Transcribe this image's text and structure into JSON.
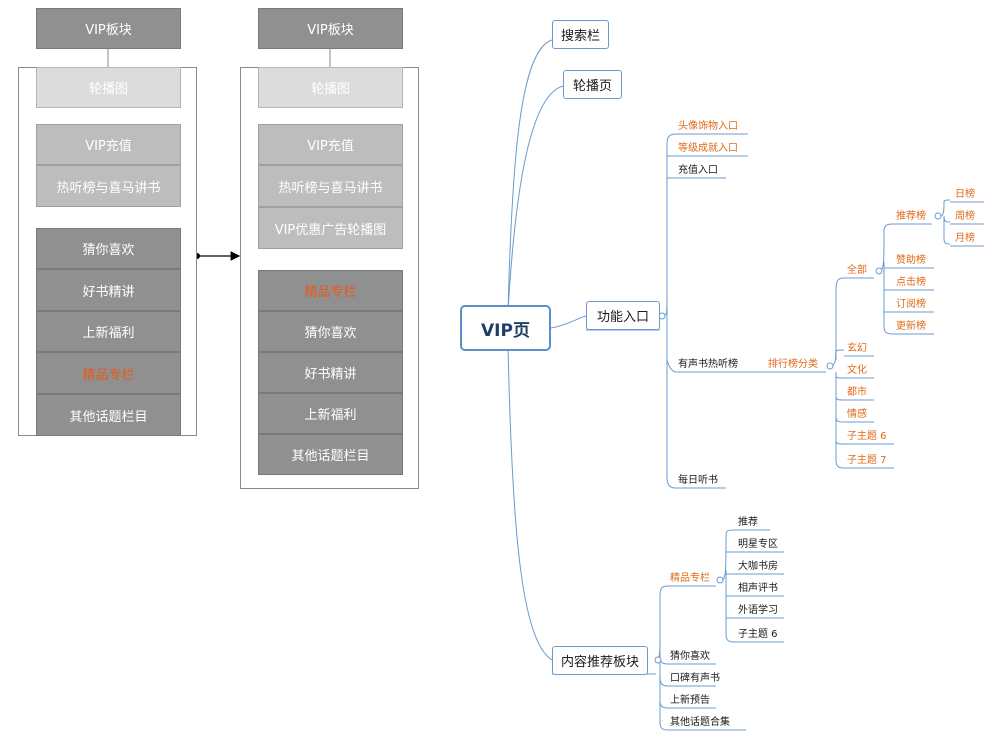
{
  "colors": {
    "block_dark": "#909090",
    "block_mid": "#bdbdbd",
    "block_light": "#dcdcdc",
    "highlight_text": "#e8591a",
    "branch_line": "#6a9bd0",
    "orange_text": "#e06a1a"
  },
  "left_wireframe": {
    "header": "VIP板块",
    "banner": "轮播图",
    "vip_recharge": "VIP充值",
    "hot_list": "热听榜与喜马讲书",
    "sections": [
      "猜你喜欢",
      "好书精讲",
      "上新福利",
      "精品专栏",
      "其他话题栏目"
    ]
  },
  "right_wireframe": {
    "header": "VIP板块",
    "banner": "轮播图",
    "vip_recharge": "VIP充值",
    "hot_list": "热听榜与喜马讲书",
    "ad_carousel": "VIP优惠广告轮播图",
    "sections": [
      "精品专栏",
      "猜你喜欢",
      "好书精讲",
      "上新福利",
      "其他话题栏目"
    ]
  },
  "mindmap": {
    "root": "VIP页",
    "search_bar": "搜索栏",
    "carousel_page": "轮播页",
    "function_entry": {
      "label": "功能入口",
      "children": [
        "头像饰物入口",
        "等级成就入口",
        "充值入口",
        "有声书热听榜",
        "每日听书"
      ]
    },
    "ranking_category": "排行榜分类",
    "all": "全部",
    "recommend_list": "推荐榜",
    "time_lists": [
      "日榜",
      "周榜",
      "月榜"
    ],
    "other_lists": [
      "赞助榜",
      "点击榜",
      "订阅榜",
      "更新榜"
    ],
    "genres": [
      "玄幻",
      "文化",
      "都市",
      "情感",
      "子主题 6",
      "子主题 7"
    ],
    "content_block": {
      "label": "内容推荐板块",
      "children": [
        "精品专栏",
        "猜你喜欢",
        "口碑有声书",
        "上新预告",
        "其他话题合集"
      ]
    },
    "premium_children": [
      "推荐",
      "明星专区",
      "大咖书房",
      "相声评书",
      "外语学习",
      "子主题 6"
    ]
  }
}
